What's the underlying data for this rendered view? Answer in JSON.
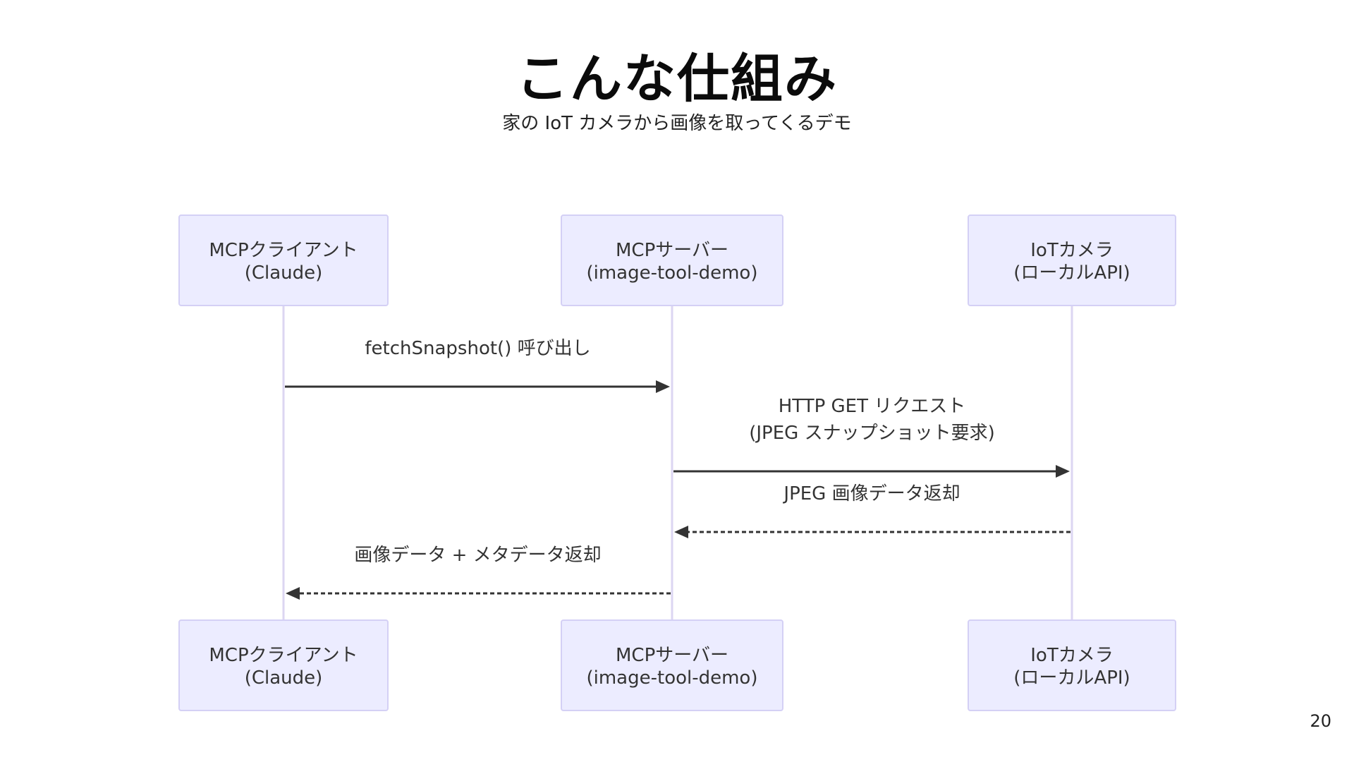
{
  "slide": {
    "title": "こんな仕組み",
    "subtitle": "家の IoT カメラから画像を取ってくるデモ",
    "page_number": "20"
  },
  "diagram": {
    "type": "sequence",
    "participants": [
      {
        "id": "client",
        "line1": "MCPクライアント",
        "line2": "(Claude)"
      },
      {
        "id": "server",
        "line1": "MCPサーバー",
        "line2": "(image-tool-demo)"
      },
      {
        "id": "camera",
        "line1": "IoTカメラ",
        "line2": "(ローカルAPI)"
      }
    ],
    "messages": [
      {
        "from": "client",
        "to": "server",
        "style": "solid",
        "lines": [
          "fetchSnapshot() 呼び出し"
        ]
      },
      {
        "from": "server",
        "to": "camera",
        "style": "solid",
        "lines": [
          "HTTP GET リクエスト",
          "(JPEG スナップショット要求)"
        ]
      },
      {
        "from": "camera",
        "to": "server",
        "style": "dashed",
        "lines": [
          "JPEG 画像データ返却"
        ]
      },
      {
        "from": "server",
        "to": "client",
        "style": "dashed",
        "lines": [
          "画像データ + メタデータ返却"
        ]
      }
    ],
    "colors": {
      "actor_fill": "#ececff",
      "actor_border": "#d4d0f5",
      "lifeline": "#dcd6f2",
      "arrow": "#333333"
    }
  }
}
